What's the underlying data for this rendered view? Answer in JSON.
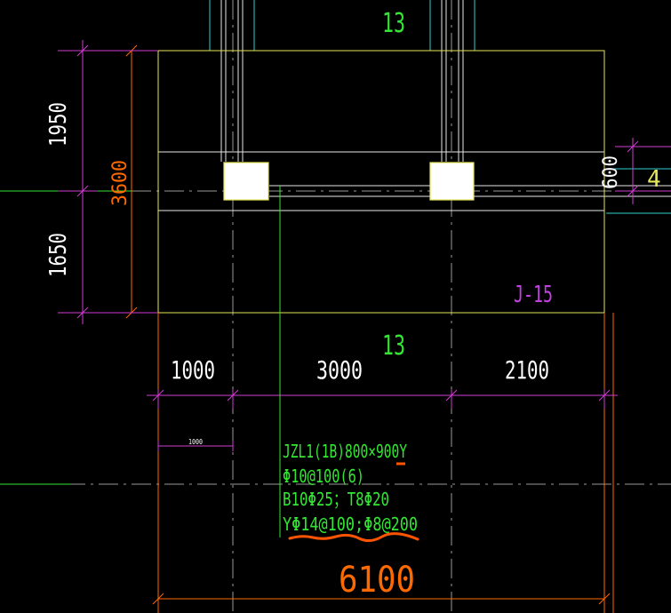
{
  "colors": {
    "background": "#000000",
    "outline": "#e6e65a",
    "dimension": "#d23cd2",
    "dimension_alt": "#ff6a00",
    "text": "#ffffff",
    "annotation": "#33e633",
    "cyan": "#2ecfcf",
    "white_line": "#e6e6e6",
    "highlight": "#ff5500",
    "grid": "#9a9a9a",
    "label": "#c040e0"
  },
  "labels": {
    "axis_top": "13",
    "axis_mid": "13",
    "foundation_tag": "J-15",
    "dim_left_top": "1950",
    "dim_left_bottom": "1650",
    "dim_left_total": "3600",
    "dim_right": "600",
    "dim_right_small": "4",
    "dim_span_1": "1000",
    "dim_span_2": "3000",
    "dim_span_3": "2100",
    "dim_small": "1000",
    "dim_total": "6100"
  },
  "annotation": {
    "line1": "JZL1(1B)800×900Y",
    "line2": "Φ10@100(6)",
    "line3": "B10Φ25；T8Φ20",
    "line4": "YΦ14@100;Φ8@200"
  }
}
